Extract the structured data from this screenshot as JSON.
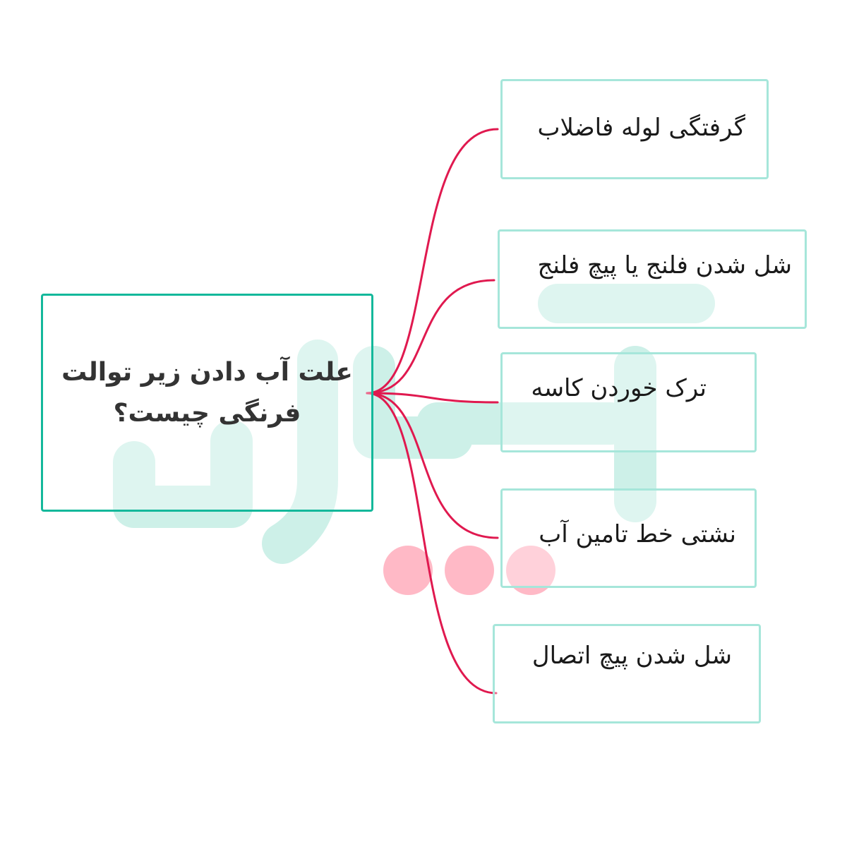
{
  "colors": {
    "center_border": "#14b89b",
    "box_border": "#a6e6da",
    "connector": "#e0194f",
    "watermark_shape": "#cdf0e8",
    "watermark_dots": "#ffb9c6"
  },
  "center": {
    "title": "علت آب دادن زیر توالت فرنگی چیست؟"
  },
  "branches": [
    {
      "label": "گرفتگی لوله فاضلاب"
    },
    {
      "label": "شل شدن فلنج یا پیچ فلنج"
    },
    {
      "label": "ترک خوردن کاسه"
    },
    {
      "label": "نشتی خط تامین آب"
    },
    {
      "label": "شل شدن پیچ اتصال"
    }
  ]
}
